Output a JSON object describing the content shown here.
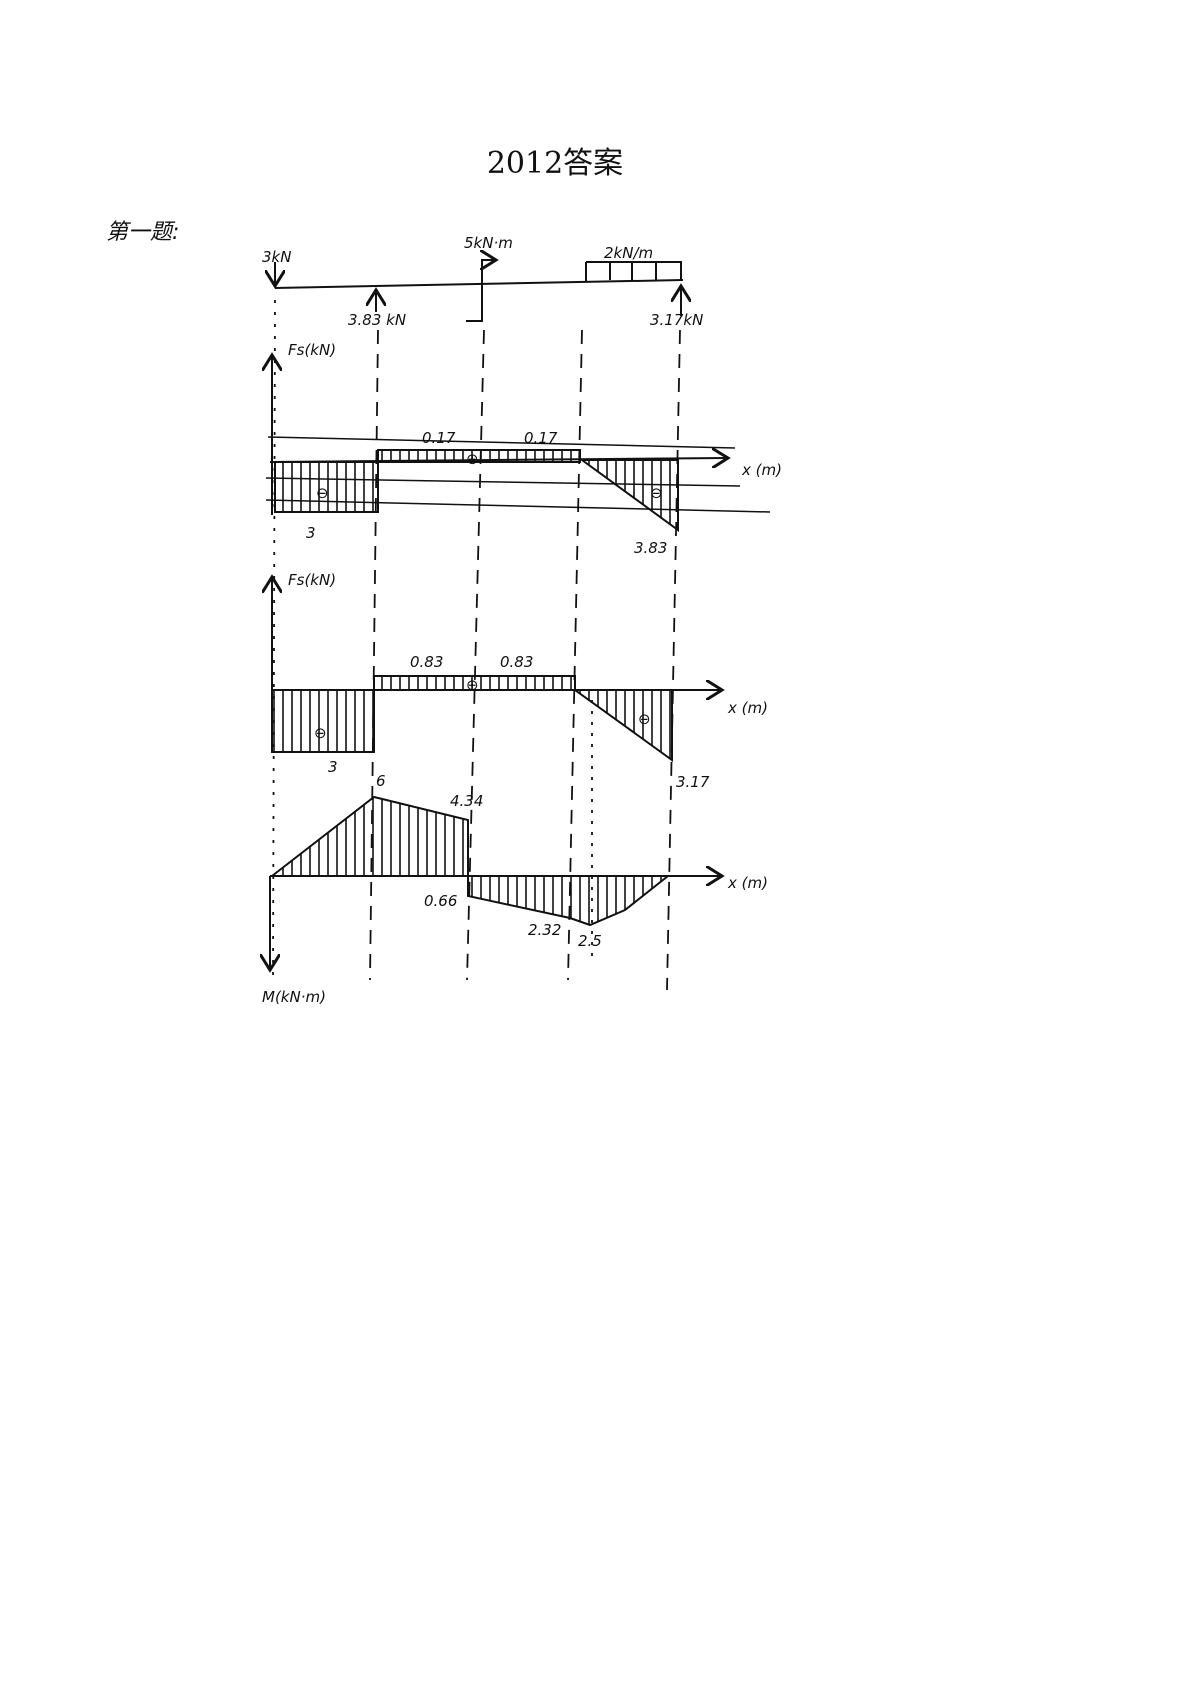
{
  "title": "2012答案",
  "question_label": "第一题:",
  "beam": {
    "load_left": "3kN",
    "moment_load": "5kN·m",
    "distributed_load": "2kN/m",
    "reaction_b": "3.83 kN",
    "reaction_e": "3.17kN"
  },
  "shear_draft": {
    "axis_y": "Fs(kN)",
    "axis_x": "x (m)",
    "labels": [
      "0.17",
      "0.17",
      "3",
      "3.83"
    ],
    "signs": [
      "⊖",
      "⊕",
      "⊖"
    ]
  },
  "shear": {
    "axis_y": "Fs(kN)",
    "axis_x": "x (m)",
    "labels": [
      "0.83",
      "0.83",
      "3",
      "3.17"
    ],
    "signs": [
      "⊖",
      "⊕",
      "⊖"
    ]
  },
  "moment": {
    "axis_y": "M(kN·m)",
    "axis_x": "x (m)",
    "labels": [
      "6",
      "4.34",
      "0.66",
      "2.32",
      "2.5"
    ]
  }
}
